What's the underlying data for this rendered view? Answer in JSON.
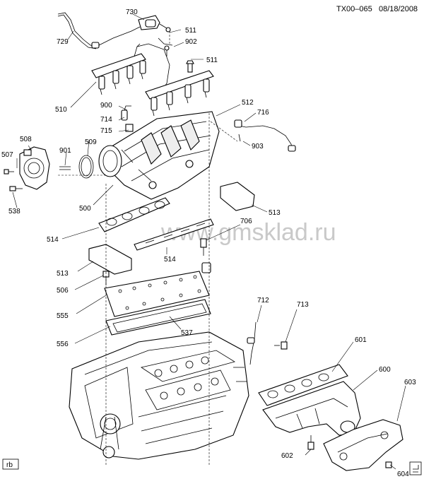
{
  "header": {
    "code": "TX00–065",
    "date": "08/18/2008"
  },
  "watermark": "www.gmsklad.ru",
  "corner_tag": "rb",
  "callouts": {
    "c730": "730",
    "c729": "729",
    "c511a": "511",
    "c902": "902",
    "c511b": "511",
    "c510": "510",
    "c512": "512",
    "c716": "716",
    "c900": "900",
    "c714": "714",
    "c715": "715",
    "c903": "903",
    "c508": "508",
    "c507": "507",
    "c901": "901",
    "c509": "509",
    "c538": "538",
    "c500": "500",
    "c513a": "513",
    "c706": "706",
    "c514a": "514",
    "c514b": "514",
    "c513b": "513",
    "c506": "506",
    "c555": "555",
    "c537": "537",
    "c556": "556",
    "c712": "712",
    "c713": "713",
    "c601": "601",
    "c600": "600",
    "c603": "603",
    "c602": "602",
    "c604": "604"
  },
  "icons": {
    "corner": "corner-fold-icon"
  }
}
